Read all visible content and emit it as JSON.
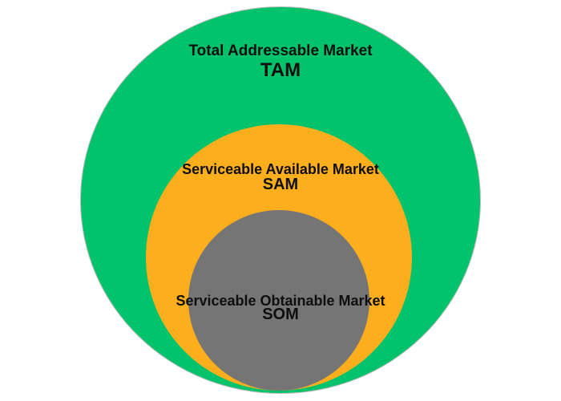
{
  "background_color": "#FFFFFF",
  "text_color": "#0E0E0E",
  "rings": [
    {
      "name": "Total Addressable Market",
      "acronym": "TAM",
      "color": "#00C36C"
    },
    {
      "name": "Serviceable Available Market",
      "acronym": "SAM",
      "color": "#FCAE1D"
    },
    {
      "name": "Serviceable Obtainable Market",
      "acronym": "SOM",
      "color": "#757575"
    }
  ]
}
